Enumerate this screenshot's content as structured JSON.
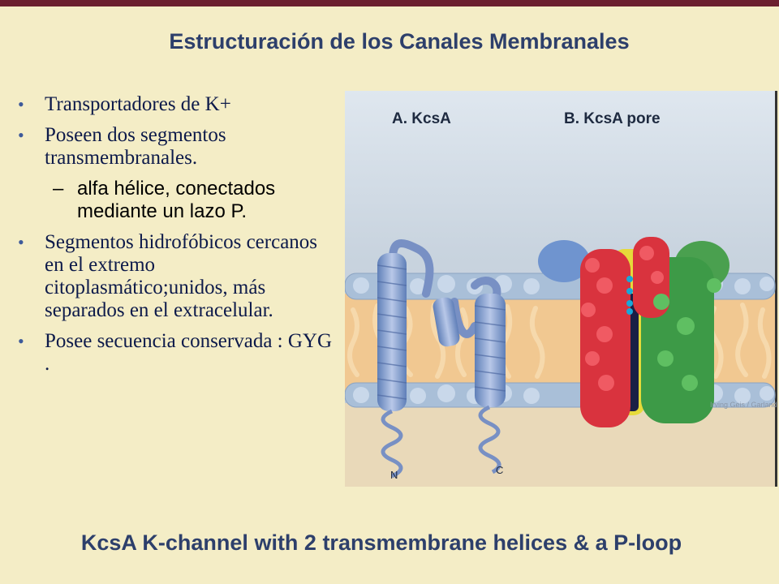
{
  "slide": {
    "title": "Estructuración de los Canales Membranales",
    "caption": "KcsA K-channel with 2 transmembrane helices & a P-loop"
  },
  "bullets": [
    {
      "text": "Transportadores de K+"
    },
    {
      "text": "Poseen dos segmentos transmembranales."
    },
    {
      "text": " alfa hélice, conectados mediante un lazo P."
    },
    {
      "text": "Segmentos hidrofóbicos cercanos en el extremo citoplasmático;unidos, más separados en el extracelular."
    },
    {
      "text": "Posee secuencia conservada : GYG ."
    }
  ],
  "figure": {
    "label_a": "A. KcsA",
    "label_b": "B. KcsA pore",
    "n_label": "N",
    "c_label": "C",
    "watermark": "Irving Geis / Garland Johnson"
  },
  "colors": {
    "accent_bar": "#6b1f2e",
    "title": "#2d3f6b",
    "background": "#f4edc6"
  }
}
